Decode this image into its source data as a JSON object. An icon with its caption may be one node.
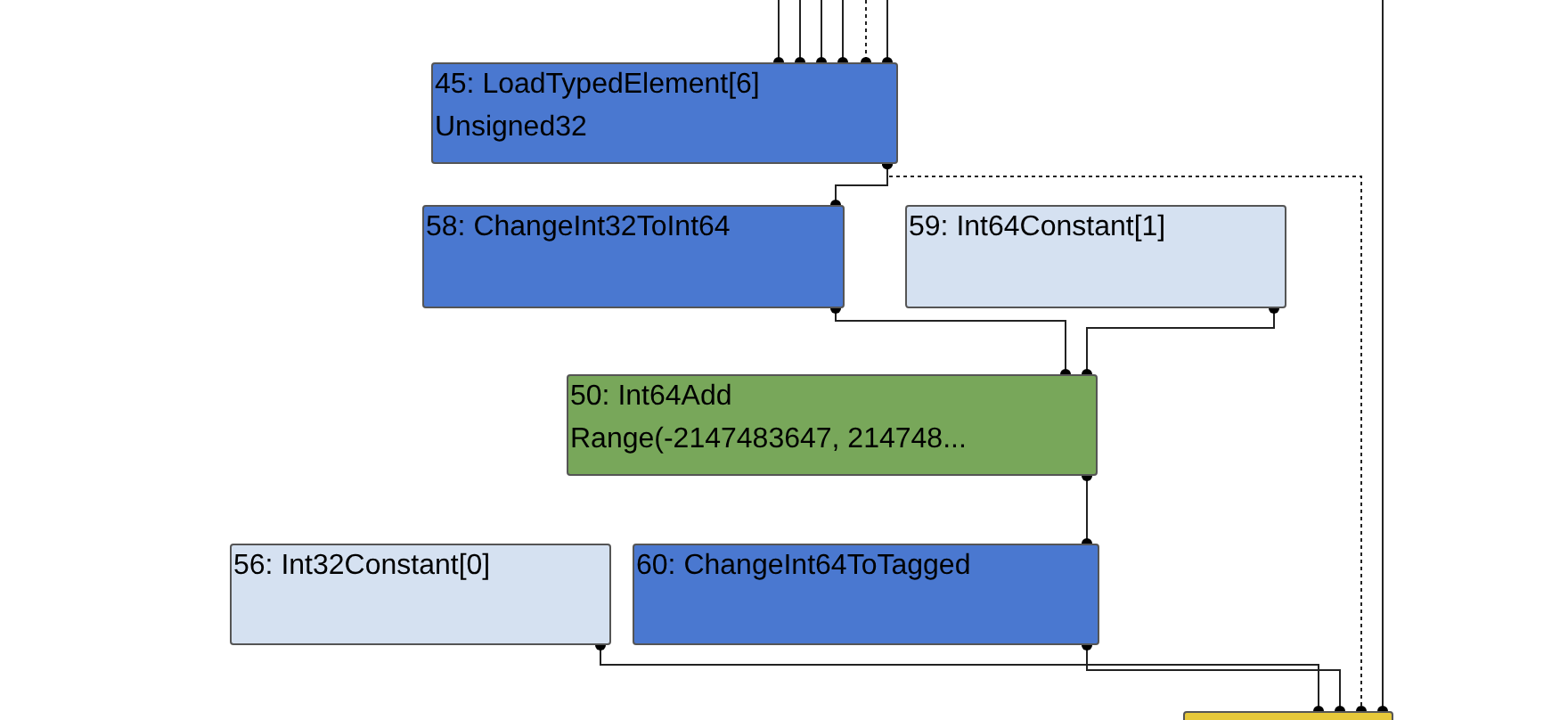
{
  "diagram": {
    "nodes": [
      {
        "text": [
          "45: LoadTypedElement[6]",
          "Unsigned32"
        ]
      },
      {
        "text": [
          "58: ChangeInt32ToInt64"
        ]
      },
      {
        "text": [
          "59: Int64Constant[1]"
        ]
      },
      {
        "text": [
          "50: Int64Add",
          "Range(-2147483647, 214748..."
        ]
      },
      {
        "text": [
          "56: Int32Constant[0]"
        ]
      },
      {
        "text": [
          "60: ChangeInt64ToTagged"
        ]
      },
      {
        "text": [],
        "shape": "box"
      }
    ],
    "edges": [
      {
        "from": null,
        "to": 0,
        "arrow": "other"
      },
      {
        "from": null,
        "to": 0,
        "arrow": "other"
      },
      {
        "from": null,
        "to": 0,
        "arrow": "other"
      },
      {
        "from": null,
        "to": 0,
        "arrow": "other"
      },
      {
        "from": null,
        "to": 0,
        "arrow": "other",
        "style": "dashed"
      },
      {
        "from": null,
        "to": 0,
        "arrow": "other"
      },
      {
        "from": 0,
        "to": 1,
        "arrow": "other"
      },
      {
        "from": 0,
        "to": 6,
        "arrow": "other",
        "style": "dashed"
      },
      {
        "from": 1,
        "to": 3,
        "arrow": "other"
      },
      {
        "from": 2,
        "to": 3,
        "arrow": "other"
      },
      {
        "from": 3,
        "to": 5,
        "arrow": "other"
      },
      {
        "from": 4,
        "to": 6,
        "arrow": "other"
      },
      {
        "from": 5,
        "to": 6,
        "arrow": "other"
      },
      {
        "from": null,
        "to": 6,
        "arrow": "other"
      }
    ]
  }
}
